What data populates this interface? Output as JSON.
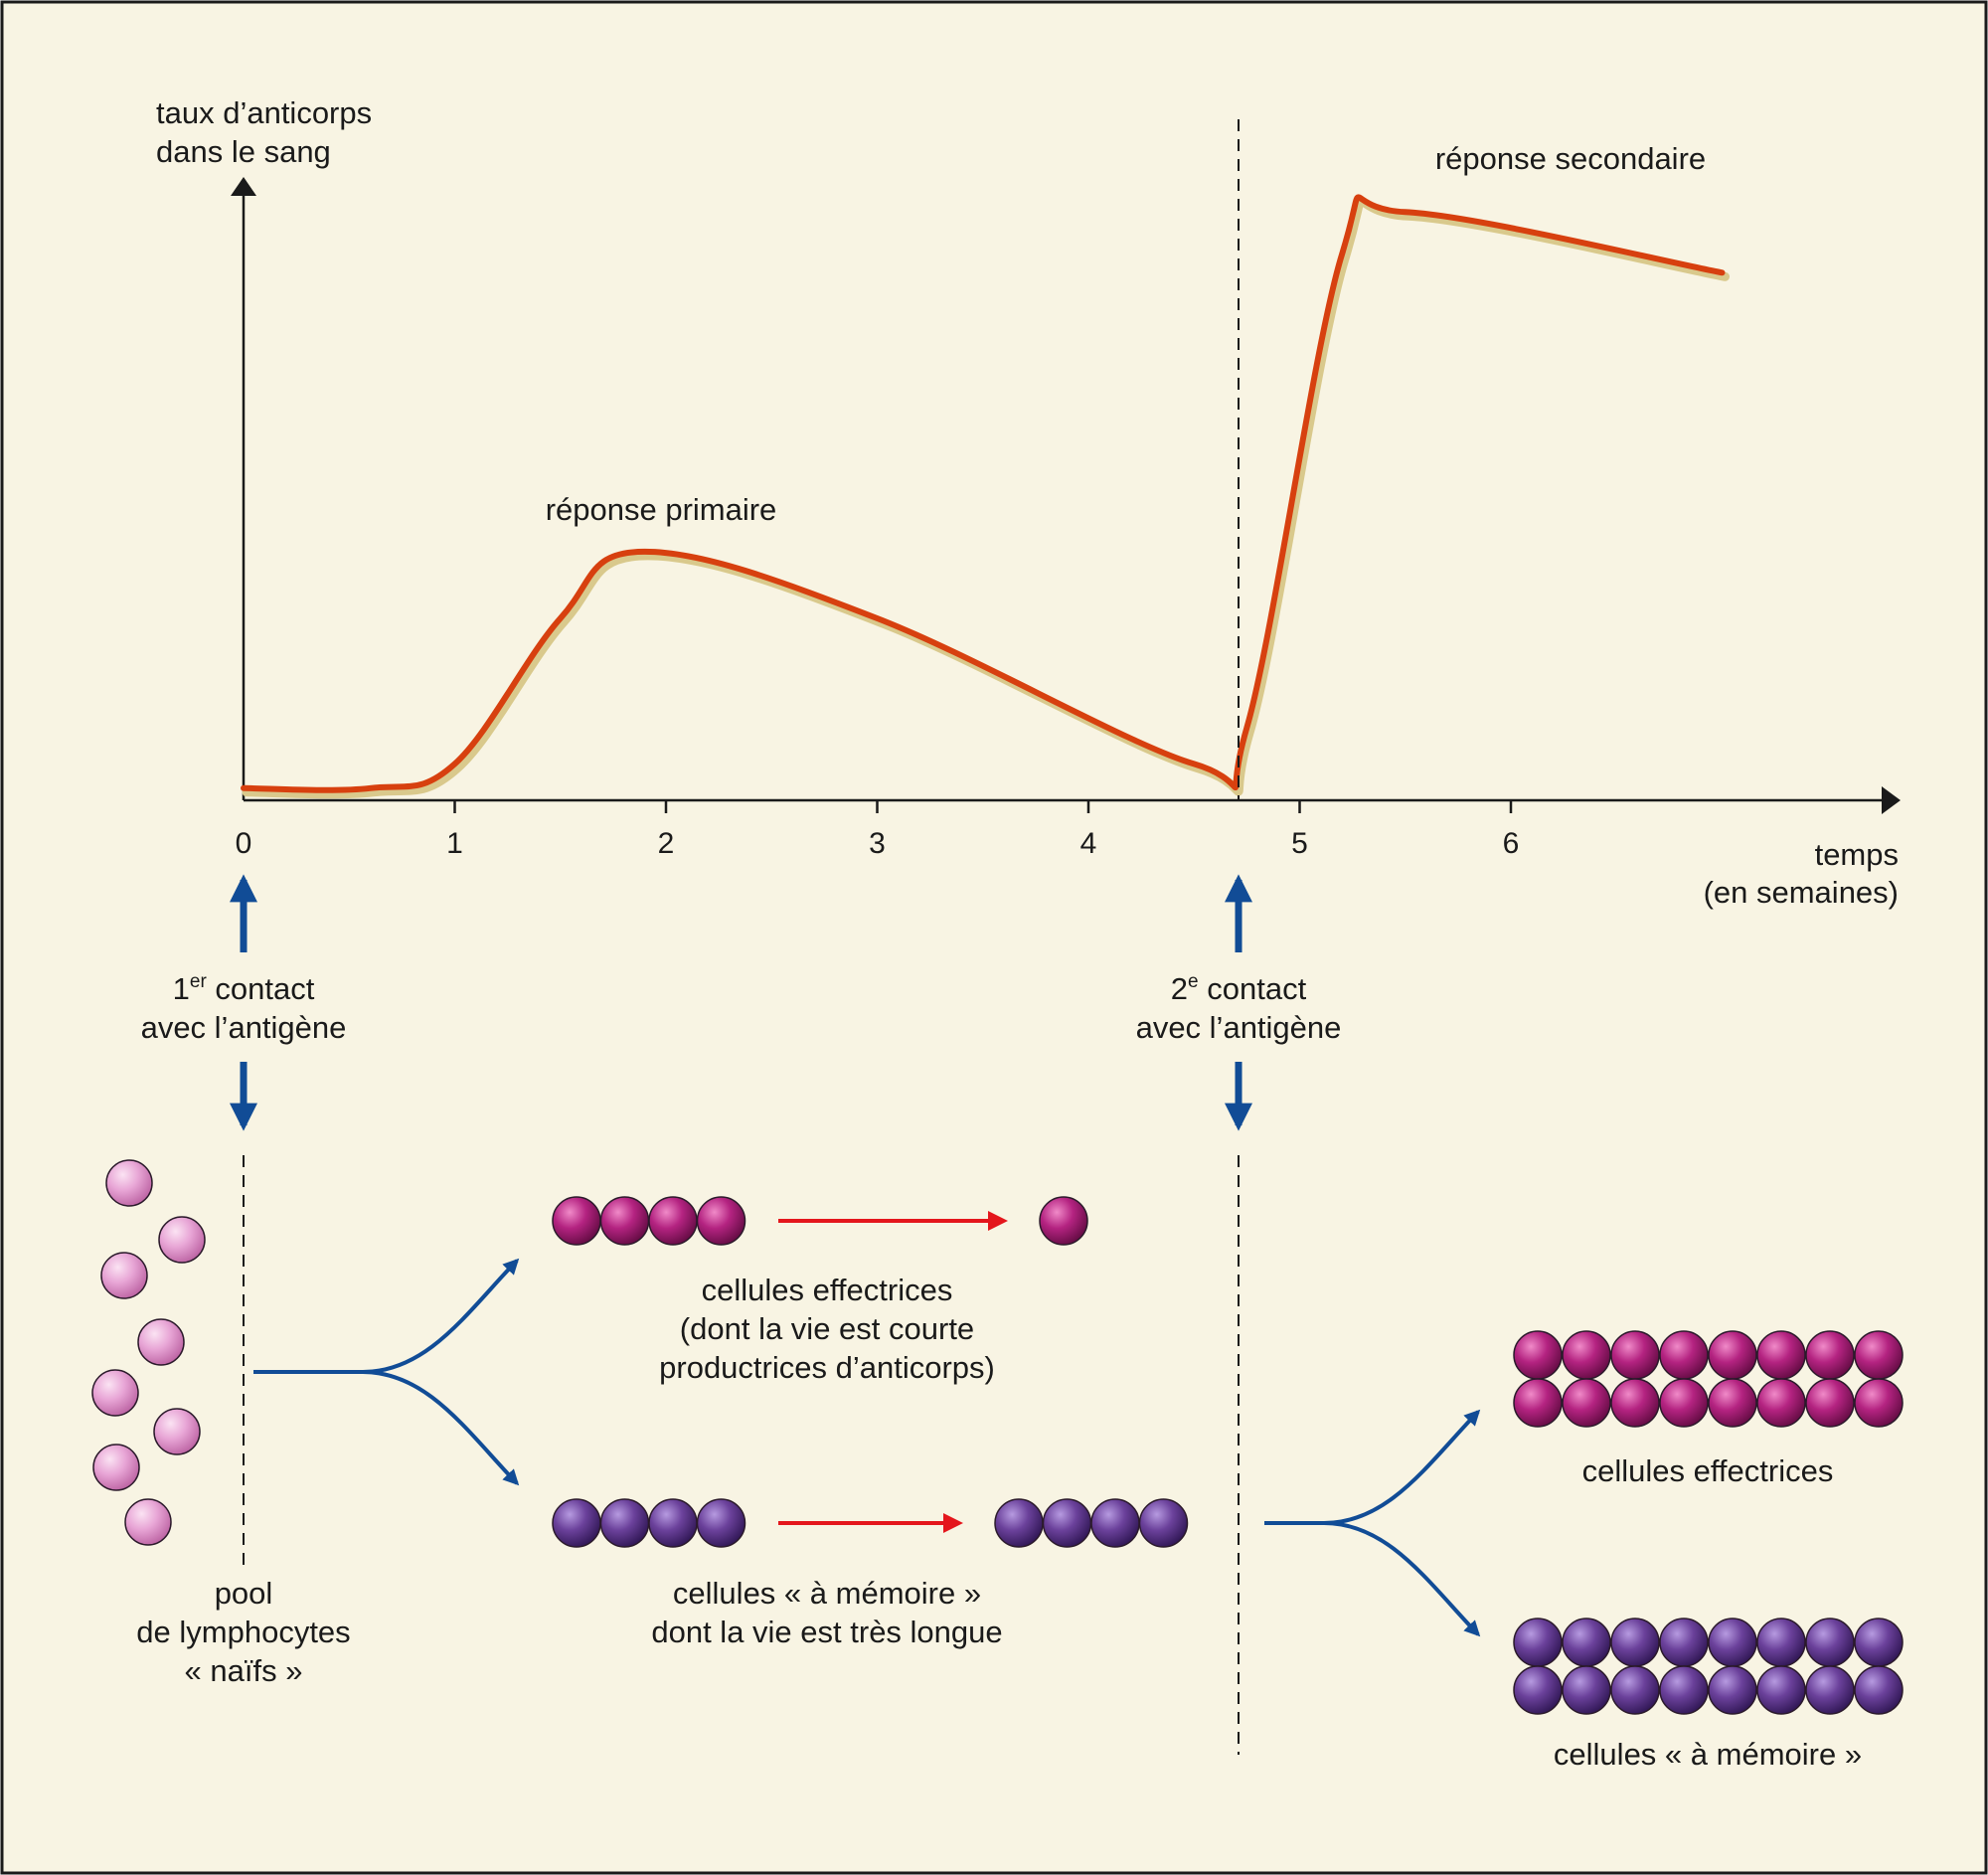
{
  "colors": {
    "background": "#f8f4e3",
    "frame": "#1a1a1a",
    "curve": "#d7400f",
    "curve_shadow": "#d9c98c",
    "blue_arrow": "#114c96",
    "red_arrow": "#e4161c",
    "naive_cell": "#e7a5d6",
    "effector_cell": "#b01f79",
    "memory_cell": "#6a3f97"
  },
  "chart": {
    "y_label_line1": "taux d’anticorps",
    "y_label_line2": "dans le sang",
    "x_label_line1": "temps",
    "x_label_line2": "(en semaines)",
    "x_ticks": [
      "0",
      "1",
      "2",
      "3",
      "4",
      "5",
      "6"
    ],
    "primary_response": "réponse primaire",
    "secondary_response": "réponse secondaire"
  },
  "chart_data": {
    "type": "line",
    "xlabel": "temps (en semaines)",
    "ylabel": "taux d’anticorps dans le sang",
    "xlim": [
      0,
      7.8
    ],
    "ylim": [
      0,
      1
    ],
    "y_ticks_shown": false,
    "x": [
      0,
      0.6,
      1.0,
      1.5,
      1.9,
      3.0,
      4.5,
      4.75,
      5.2,
      5.5,
      7.0
    ],
    "y": [
      0.02,
      0.02,
      0.06,
      0.3,
      0.41,
      0.3,
      0.06,
      0.12,
      0.9,
      0.97,
      0.87
    ],
    "annotations": [
      "réponse primaire",
      "réponse secondaire"
    ],
    "events": [
      {
        "x": 0,
        "label": "1er contact avec l’antigène"
      },
      {
        "x": 4.7,
        "label": "2e contact avec l’antigène"
      }
    ]
  },
  "contacts": {
    "first_number": "1",
    "first_sup": "er",
    "first_word": " contact",
    "first_line2": "avec l’antigène",
    "second_number": "2",
    "second_sup": "e",
    "second_word": " contact",
    "second_line2": "avec l’antigène"
  },
  "labels": {
    "naive_line1": "pool",
    "naive_line2": "de lymphocytes",
    "naive_line3": "« naïfs »",
    "effector_line1": "cellules effectrices",
    "effector_line2": "(dont la vie est courte",
    "effector_line3": "productrices d’anticorps)",
    "memory_line1": "cellules « à mémoire »",
    "memory_line2": "dont la vie est très longue",
    "effector_secondary": "cellules effectrices",
    "memory_secondary": "cellules « à mémoire »"
  }
}
